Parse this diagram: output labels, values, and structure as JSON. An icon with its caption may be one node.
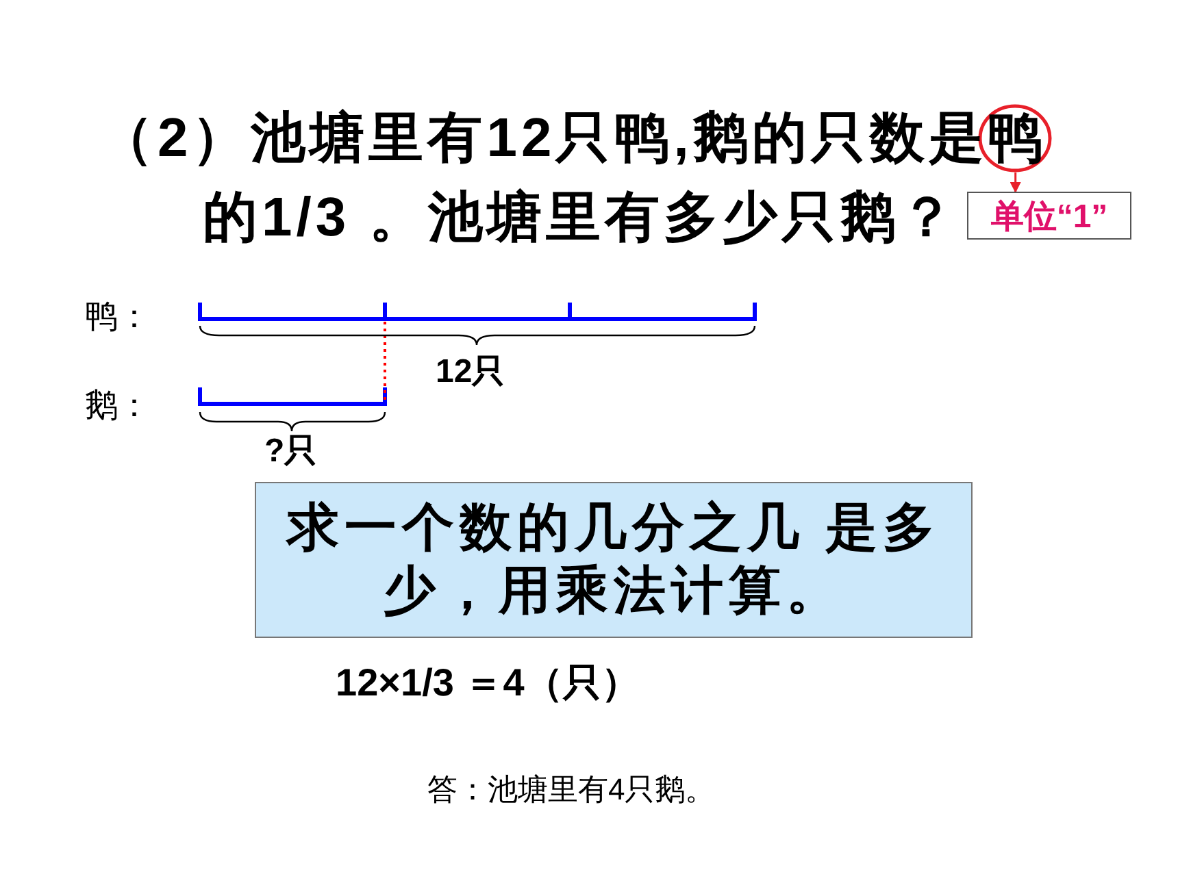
{
  "diagram": {
    "title": "（2）池塘里有12只鸭,鹅的只数是鸭的1/3 。池塘里有多少只鹅？",
    "nodes": [
      {
        "text": [],
        "shape": "circle"
      },
      {
        "text": [
          "单位“1”"
        ]
      },
      {
        "text": [
          "求一个数的几分之几 是多少，用乘法计算。"
        ]
      }
    ],
    "edges": [
      {
        "from": 0,
        "to": 1,
        "arrow": "to"
      }
    ],
    "labels": [
      "鸭：",
      "12只",
      "鹅：",
      "?只",
      "12×1/3 ＝4（只）",
      "答：池塘里有4只鹅。"
    ]
  }
}
